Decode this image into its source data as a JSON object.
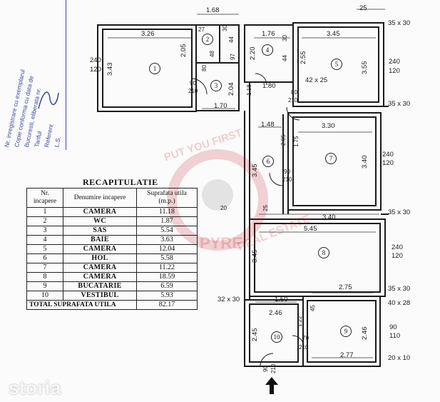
{
  "stamp": {
    "lines": [
      "Nr. inregistrare cu exemplarul",
      "Copie conforma cu data de",
      "Bucuresti, eliberata nr.",
      "Tariful",
      "Referent",
      "L.S."
    ]
  },
  "rooms": [
    {
      "num": "1",
      "name": "CAMERA",
      "area": "11.18"
    },
    {
      "num": "2",
      "name": "WC",
      "area": "1.87"
    },
    {
      "num": "3",
      "name": "SAS",
      "area": "5.54"
    },
    {
      "num": "4",
      "name": "BAIE",
      "area": "3.63"
    },
    {
      "num": "5",
      "name": "CAMERA",
      "area": "12.04"
    },
    {
      "num": "6",
      "name": "HOL",
      "area": "5.58"
    },
    {
      "num": "7",
      "name": "CAMERA",
      "area": "11.22"
    },
    {
      "num": "8",
      "name": "CAMERA",
      "area": "18.59"
    },
    {
      "num": "9",
      "name": "BUCATARIE",
      "area": "6.59"
    },
    {
      "num": "10",
      "name": "VESTIBUL",
      "area": "5.93"
    }
  ],
  "recap": {
    "title": "RECAPITULATIE",
    "col_nr": "Nr. incapere",
    "col_name": "Denumire incapere",
    "col_area": "Suprafata utila (m.p.)",
    "total_label": "TOTAL SUPRAFATA UTILA",
    "total_value": "82.17"
  },
  "dims": {
    "d168": "1.68",
    "d25a": "25",
    "d326": "3.26",
    "d27": "27",
    "d30a": "30",
    "d44": "44",
    "d176": "1.76",
    "d30b": "30",
    "d345a": "3.45",
    "d35x30a": "35 x 30",
    "d240a": "240",
    "d120a": "120",
    "d343": "3.43",
    "d205a": "2.05",
    "d97": "97",
    "d48": "48",
    "d220": "2.20",
    "d44b": "44",
    "d255": "2.55",
    "d355": "3.55",
    "d240b": "240",
    "d120b": "120",
    "d80a": "80",
    "d204": "2.04",
    "d90a": "90",
    "d210a": "210",
    "d118": "1.18",
    "d180": "1.80",
    "d42x25": "42 x 25",
    "d80b": "80",
    "d210b": "210",
    "d170": "1.70",
    "d35x30b": "35 x 30",
    "d148": "1.48",
    "d330": "3.30",
    "d205b": "2.05",
    "d175": "1.75",
    "d340a": "3.40",
    "d240c": "240",
    "d120c": "120",
    "d345b": "3.45",
    "d90b": "90",
    "d210c": "210",
    "d20a": "20",
    "d25b": "25",
    "d340b": "3.40",
    "d35x30c": "35 x 30",
    "d545": "5.45",
    "d345c": "3.45",
    "d240d": "240",
    "d120d": "120",
    "d275": "2.75",
    "d35x30d": "35 x 30",
    "d32x30": "32 x 30",
    "d150": "1.50",
    "d40x28": "40 x 28",
    "d246a": "2.46",
    "d122": "1.22",
    "d45": "45",
    "d245": "2.45",
    "d246b": "2.46",
    "d90c": "90",
    "d110": "110",
    "d70": "70",
    "d210d": "210",
    "d277": "2.77",
    "d20x10": "20 x 10",
    "d90d": "90",
    "d210e": "210"
  },
  "watermark": {
    "line1": "PUT YOU FIRST",
    "line2": "PYRE",
    "line3": "REAL ESTATE"
  },
  "brand": {
    "logo": "storia"
  },
  "entrance": {
    "icon": "arrow-up-icon"
  }
}
